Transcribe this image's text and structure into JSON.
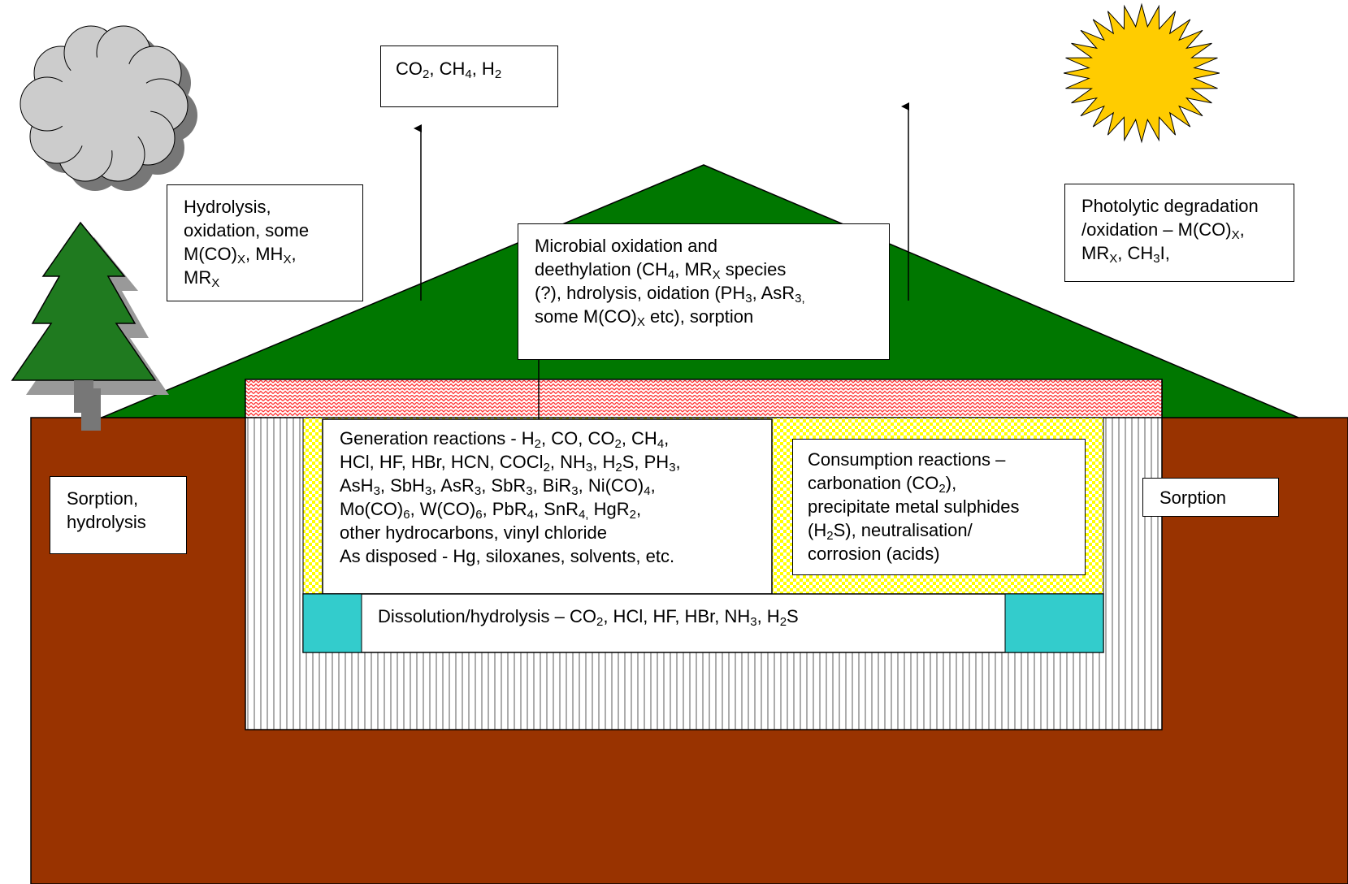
{
  "colors": {
    "soil": "#993300",
    "mound": "#007700",
    "tree": "#1f7a1f",
    "trunk": "#777777",
    "cloud": "#cccccc",
    "sun": "#ffcc00",
    "liner": "#33cccc",
    "cap": "#ff3333",
    "checker": "#ffff00"
  },
  "icons": [
    "cloud-icon",
    "tree-icon",
    "sun-icon"
  ],
  "labels": {
    "gases_top": "CO<sub>2</sub>, CH<sub>4</sub>, H<sub>2</sub>",
    "atmosphere": "Hydrolysis,<br>oxidation, some<br>M(CO)<sub>X</sub>, MH<sub>X</sub>,<br>MR<sub>X</sub>",
    "microbial": "Microbial oxidation and<br>deethylation (CH<sub>4</sub>, MR<sub>X</sub> species<br>(?), hdrolysis, oidation (PH<sub>3</sub>, AsR<sub>3,</sub><br>some M(CO)<sub>X</sub> etc), sorption",
    "photolytic": "Photolytic degradation<br>/oxidation – M(CO)<sub>X</sub>,<br>MR<sub>X</sub>, CH<sub>3</sub>I,",
    "sorption_left": "Sorption,<br>hydrolysis",
    "sorption_right": "Sorption",
    "generation": "Generation reactions - H<sub>2</sub>, CO, CO<sub>2</sub>, CH<sub>4</sub>,<br>HCl, HF, HBr, HCN, COCl<sub>2</sub>, NH<sub>3</sub>, H<sub>2</sub>S, PH<sub>3</sub>,<br>AsH<sub>3</sub>, SbH<sub>3</sub>, AsR<sub>3</sub>, SbR<sub>3</sub>, BiR<sub>3</sub>, Ni(CO)<sub>4</sub>,<br>Mo(CO)<sub>6</sub>, W(CO)<sub>6</sub>, PbR<sub>4</sub>, SnR<sub>4,</sub> HgR<sub>2</sub>,<br>other hydrocarbons, vinyl chloride<br>As disposed - Hg, siloxanes, solvents, etc.",
    "consumption": "Consumption reactions –<br>carbonation (CO<sub>2</sub>),<br>precipitate metal sulphides<br>(H<sub>2</sub>S), neutralisation/<br>corrosion (acids)",
    "dissolution": "Dissolution/hydrolysis – CO<sub>2</sub>, HCl, HF, HBr, NH<sub>3</sub>, H<sub>2</sub>S"
  }
}
